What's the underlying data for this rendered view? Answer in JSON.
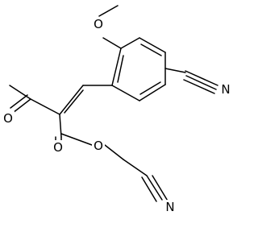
{
  "structure": {
    "atoms": {
      "methoxy_oxygen": "O",
      "nitrile_nitrogen_aryl": "N",
      "ketone_oxygen": "O",
      "ester_carbonyl_oxygen": "O",
      "ester_ether_oxygen": "O",
      "nitrile_nitrogen_alkyl": "N"
    }
  },
  "colors": {
    "bond": "#000000",
    "label": "#000000",
    "background": "#ffffff"
  }
}
